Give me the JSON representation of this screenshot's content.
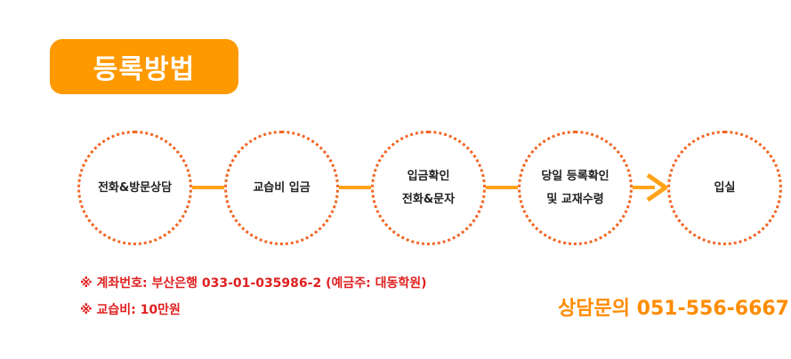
{
  "title": "등록방법",
  "steps": [
    {
      "lines": [
        "전화&방문상담"
      ]
    },
    {
      "lines": [
        "교습비 입금"
      ]
    },
    {
      "lines": [
        "입금확인",
        "전화&문자"
      ]
    },
    {
      "lines": [
        "당일 등록확인",
        "및 교재수령"
      ]
    },
    {
      "lines": [
        "입실"
      ]
    }
  ],
  "notes": {
    "account": "※ 계좌번호: 부산은행 033-01-035986-2 (예금주: 대동학원)",
    "fee": "※ 교습비: 10만원"
  },
  "contact": "상담문의 051-556-6667",
  "colors": {
    "accent": "#ff9900",
    "circle_border": "#f26522",
    "note_red": "#e02020",
    "contact_orange": "#ff8c00"
  }
}
